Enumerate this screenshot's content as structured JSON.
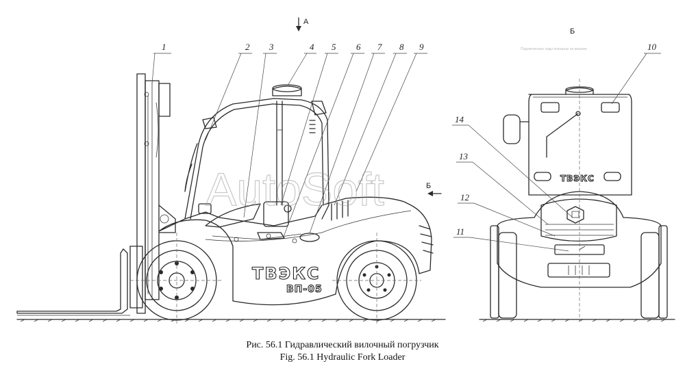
{
  "caption": {
    "ru": "Рис. 56.1  Гидравлический вилочный погрузчик",
    "en": "Fig. 56.1  Hydraulic Fork Loader"
  },
  "view_labels": {
    "top_arrow": "А",
    "rear_view": "Б",
    "side_arrow": "Б"
  },
  "callouts": [
    "1",
    "2",
    "3",
    "4",
    "5",
    "6",
    "7",
    "8",
    "9",
    "10",
    "11",
    "12",
    "13",
    "14"
  ],
  "brand": {
    "side_name": "ТВЭКС",
    "model": "ВП-05",
    "rear_name": "ТВЭКС"
  },
  "watermark": "AutoSoft",
  "rear_note": "Подсвеченные коды показаны на машине"
}
